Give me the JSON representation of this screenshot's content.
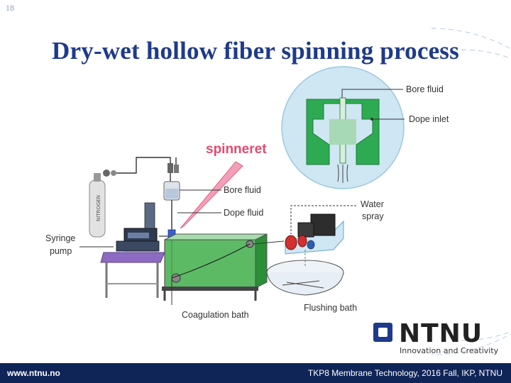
{
  "slide": {
    "number": "18",
    "title": "Dry-wet hollow fiber spinning process"
  },
  "diagram": {
    "labels": {
      "bore_fluid_detail": "Bore fluid",
      "dope_inlet": "Dope inlet",
      "spinneret": "spinneret",
      "bore_fluid": "Bore fluid",
      "dope_fluid": "Dope fluid",
      "water_spray_line1": "Water",
      "water_spray_line2": "spray",
      "syringe_pump_line1": "Syringe",
      "syringe_pump_line2": "pump",
      "coagulation_bath": "Coagulation bath",
      "flushing_bath": "Flushing bath",
      "gas_cylinder": "NITROGEN"
    }
  },
  "logo": {
    "name": "NTNU",
    "tagline": "Innovation and Creativity"
  },
  "footer": {
    "url": "www.ntnu.no",
    "course": "TKP8 Membrane Technology, 2016 Fall, IKP, NTNU"
  },
  "colors": {
    "title": "#1e3a8a",
    "footer_bg": "#0f2457",
    "spinneret_label": "#e34a6f",
    "detail_circle": "#cfe6f3",
    "spinneret_body": "#2eaa52",
    "bath_water": "#3fae4a",
    "stand": "#8e6bc2"
  }
}
